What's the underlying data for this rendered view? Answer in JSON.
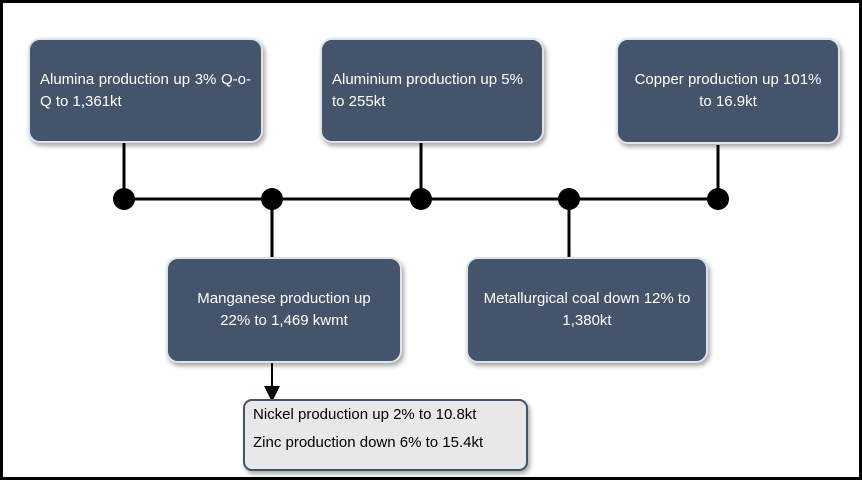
{
  "boxes": {
    "alumina": "Alumina production up 3% Q-o-Q to 1,361kt",
    "aluminium": "Aluminium production up 5% to 255kt",
    "copper": "Copper production up 101% to 16.9kt",
    "manganese": "Manganese production up 22% to 1,469 kwmt",
    "coal": "Metallurgical coal down 12% to 1,380kt"
  },
  "sub_box": {
    "nickel": "Nickel production up 2% to 10.8kt",
    "zinc": "Zinc production down 6% to 15.4kt"
  },
  "colors": {
    "box_fill": "#44546a",
    "box_border": "#dde3ea",
    "sub_box_fill": "#e8e8e8",
    "line": "#000000"
  }
}
